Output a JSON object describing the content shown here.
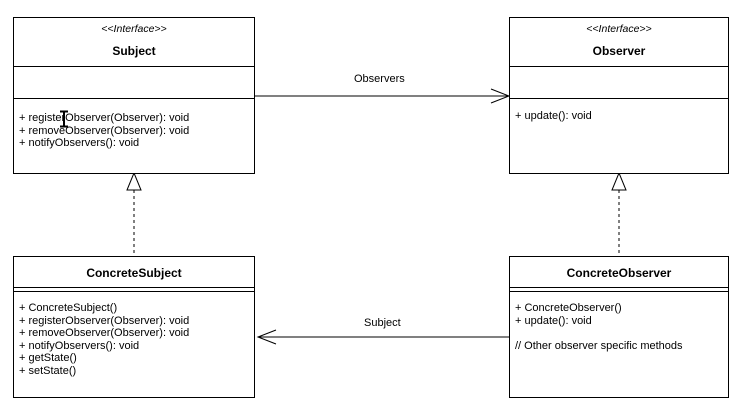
{
  "classes": {
    "subject": {
      "stereotype": "<<Interface>>",
      "name": "Subject",
      "methods": [
        "+ registerObserver(Observer): void",
        "+ removeObserver(Observer): void",
        "+ notifyObservers(): void"
      ]
    },
    "observer": {
      "stereotype": "<<Interface>>",
      "name": "Observer",
      "methods": [
        "+ update(): void"
      ]
    },
    "concrete_subject": {
      "name": "ConcreteSubject",
      "methods": [
        "+ ConcreteSubject()",
        "+ registerObserver(Observer): void",
        "+ removeObserver(Observer): void",
        "+ notifyObservers(): void",
        "+ getState()",
        "+ setState()"
      ]
    },
    "concrete_observer": {
      "name": "ConcreteObserver",
      "methods": [
        "+ ConcreteObserver()",
        "+ update(): void",
        "",
        "// Other observer specific methods"
      ]
    }
  },
  "associations": {
    "observers_label": "Observers",
    "subject_label": "Subject"
  }
}
